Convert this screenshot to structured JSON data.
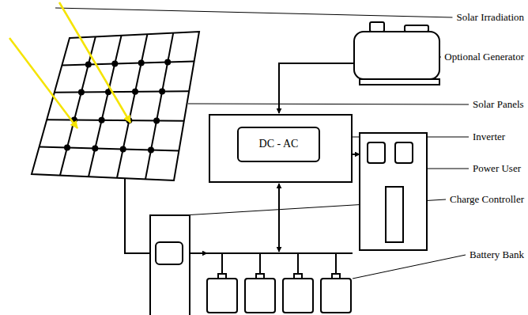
{
  "diagram": {
    "nodes": [
      {
        "text": [
          "DC - AC"
        ]
      }
    ],
    "labels": [
      "Solar Irradiation",
      "Optional Generator",
      "Solar Panels",
      "Inverter",
      "Power User",
      "Charge Controller",
      "Battery Bank"
    ]
  }
}
